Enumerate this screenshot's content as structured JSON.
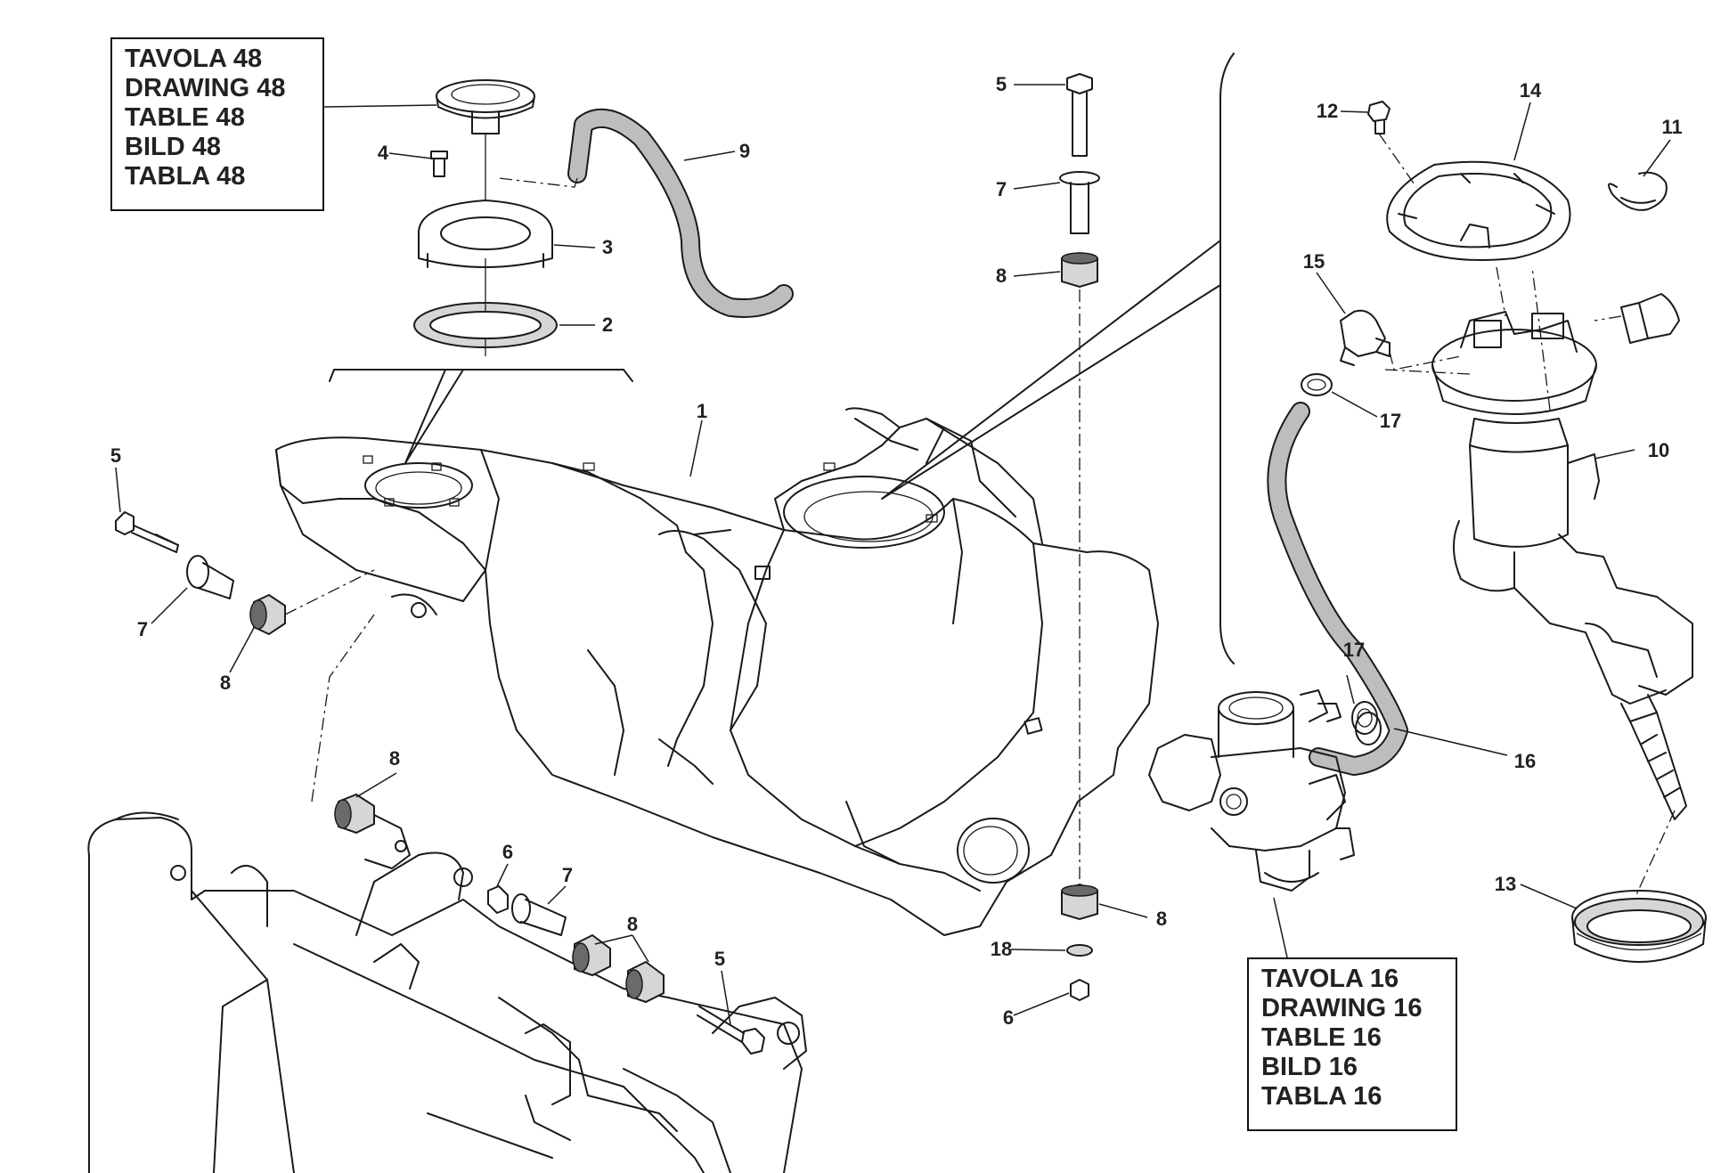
{
  "reference_boxes": [
    {
      "id": "48",
      "lines": [
        "TAVOLA 48",
        "DRAWING 48",
        "TABLE 48",
        "BILD 48",
        "TABLA 48"
      ]
    },
    {
      "id": "16",
      "lines": [
        "TAVOLA 16",
        "DRAWING 16",
        "TABLE 16",
        "BILD 16",
        "TABLA 16"
      ]
    }
  ],
  "callouts": {
    "c1": "1",
    "c2": "2",
    "c3": "3",
    "c4": "4",
    "c5a": "5",
    "c5b": "5",
    "c5c": "5",
    "c6a": "6",
    "c6b": "6",
    "c7a": "7",
    "c7b": "7",
    "c7c": "7",
    "c8a": "8",
    "c8b": "8",
    "c8c": "8",
    "c8d": "8",
    "c8e": "8",
    "c9": "9",
    "c10": "10",
    "c11": "11",
    "c12": "12",
    "c13": "13",
    "c14": "14",
    "c15": "15",
    "c16": "16",
    "c17a": "17",
    "c17b": "17",
    "c18": "18"
  }
}
